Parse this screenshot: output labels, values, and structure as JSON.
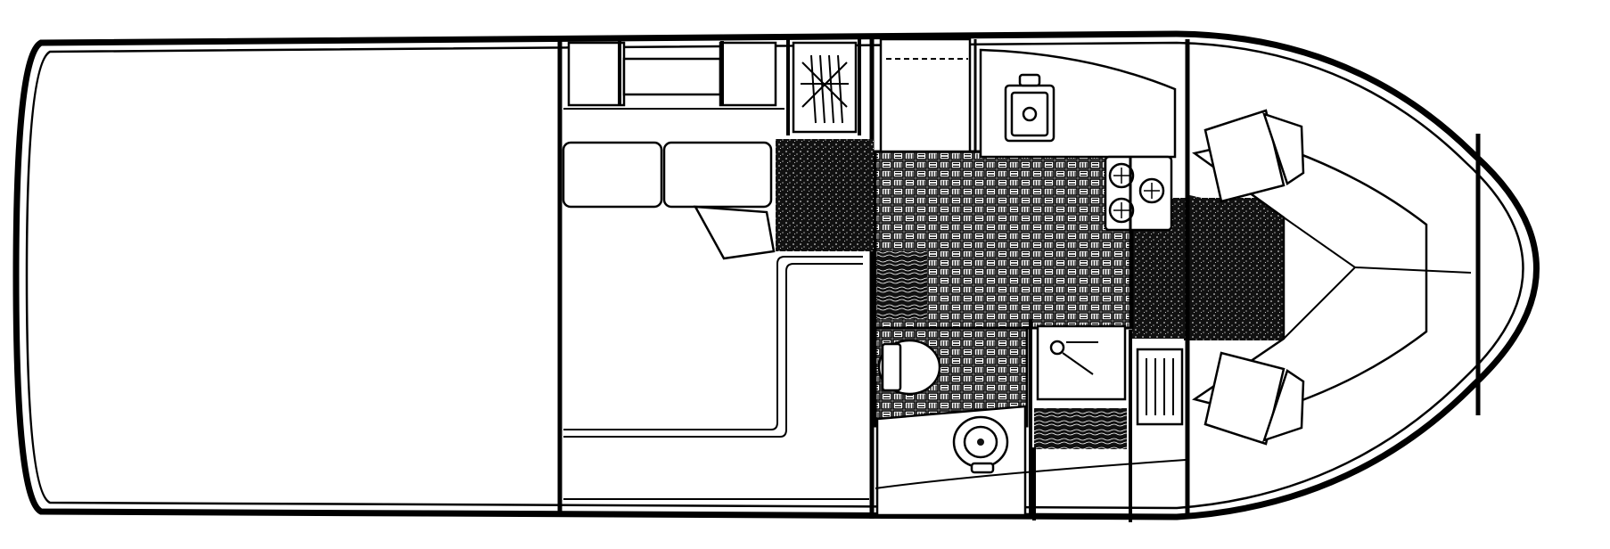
{
  "diagram": {
    "kind": "boat-floor-plan",
    "colors": {
      "line": "#000000",
      "background": "#ffffff",
      "carpet": "#111111"
    },
    "zones": [
      "cockpit",
      "salon",
      "galley",
      "head",
      "v-berth",
      "bow"
    ]
  }
}
